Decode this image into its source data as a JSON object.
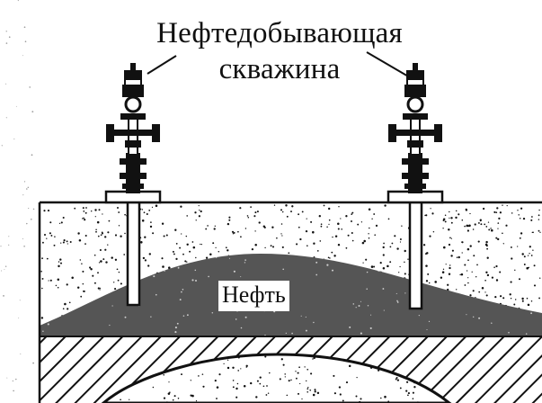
{
  "diagram": {
    "well_label_line1": "Нефтедобывающая",
    "well_label_line2": "скважина",
    "oil_label": "Нефть"
  },
  "colors": {
    "ink": "#111111",
    "oil": "#555555",
    "paper": "#ffffff"
  },
  "icons": {
    "left_well": "wellhead-icon",
    "right_well": "wellhead-icon"
  }
}
